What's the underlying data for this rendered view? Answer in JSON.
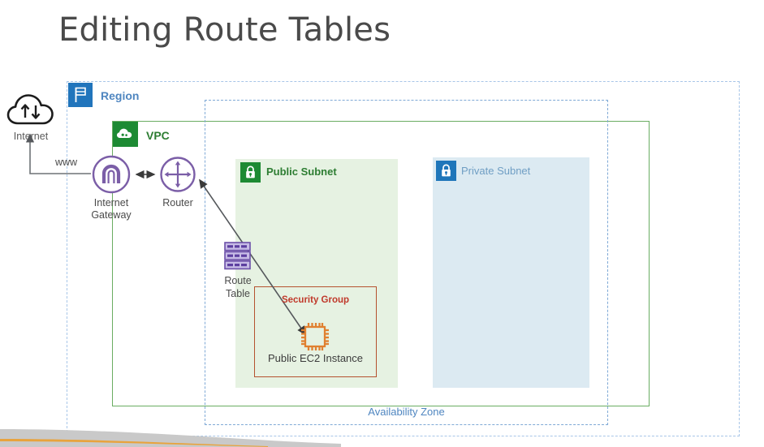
{
  "slide": {
    "title": "Editing Route Tables"
  },
  "diagram": {
    "region": {
      "label": "Region",
      "icon": "flag-icon",
      "color": "#4f86c0",
      "icon_bg": "#2175bc",
      "border_style": "dashed"
    },
    "vpc": {
      "label": "VPC",
      "icon": "cloud-icon",
      "color": "#2d7d32",
      "icon_bg": "#1d8a33",
      "border_style": "solid"
    },
    "availability_zone": {
      "label": "Availability Zone",
      "color": "#4f86c0",
      "border_style": "dashed"
    },
    "public_subnet": {
      "label": "Public Subnet",
      "icon": "lock-icon",
      "color": "#2d7d32",
      "icon_bg": "#1d8a33",
      "fill": "#e6f2e2"
    },
    "private_subnet": {
      "label": "Private Subnet",
      "icon": "lock-icon",
      "color": "#6f9ec4",
      "icon_bg": "#1f76ba",
      "fill": "#dceaf2"
    },
    "security_group": {
      "label": "Security Group",
      "color": "#c0392b",
      "border_color": "#b5522f"
    },
    "ec2_instance": {
      "label": "Public EC2 Instance",
      "icon": "cpu-chip-icon",
      "color": "#e08030"
    },
    "internet": {
      "label": "Internet",
      "icon": "internet-cloud-icon",
      "color": "#5a5a5a"
    },
    "internet_gateway": {
      "label": "Internet\nGateway",
      "label_line1": "Internet",
      "label_line2": "Gateway",
      "icon": "internet-gateway-icon",
      "color": "#7b5ea7"
    },
    "router": {
      "label": "Router",
      "icon": "router-icon",
      "color": "#7b5ea7"
    },
    "route_table": {
      "label_line1": "Route",
      "label_line2": "Table",
      "icon": "route-table-icon",
      "color": "#6b4fa8"
    },
    "connections": {
      "www_label": "www"
    }
  }
}
